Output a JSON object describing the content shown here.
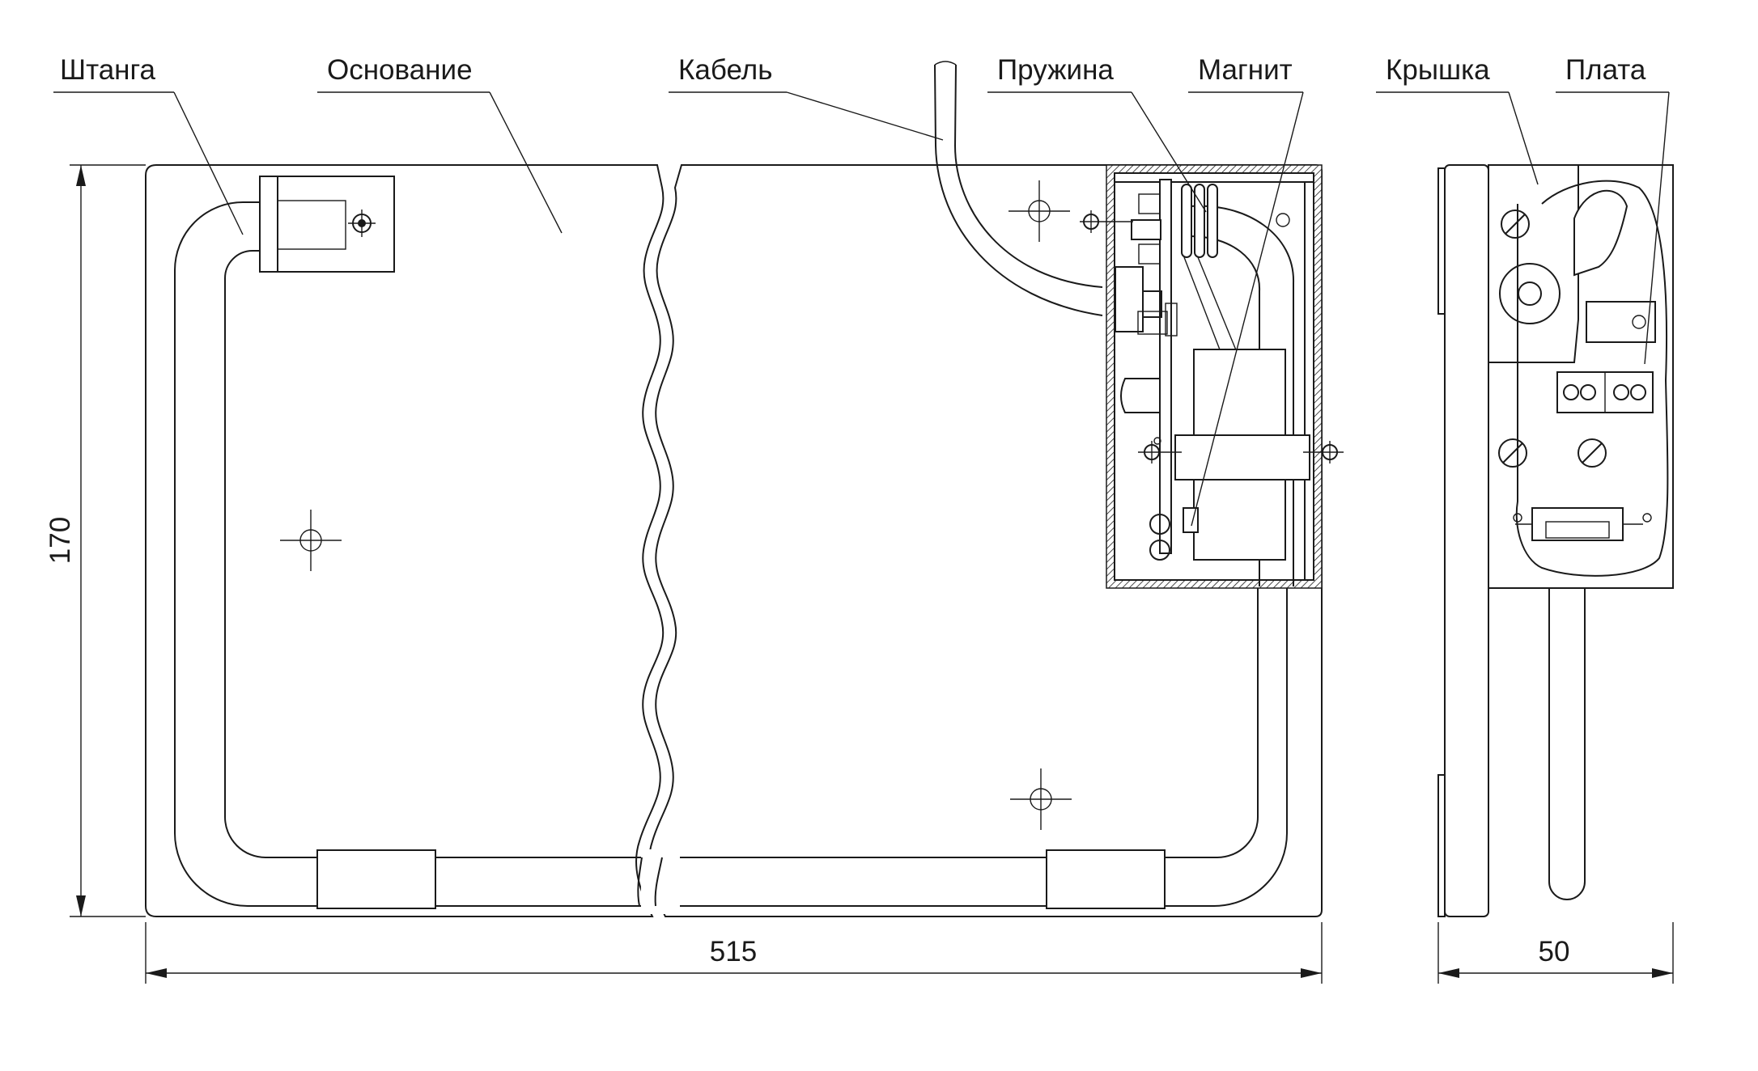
{
  "labels": {
    "rod": "Штанга",
    "base": "Основание",
    "cable": "Кабель",
    "spring": "Пружина",
    "magnet": "Магнит",
    "cover": "Крышка",
    "board": "Плата"
  },
  "dimensions": {
    "height": "170",
    "length": "515",
    "depth": "50"
  },
  "colors": {
    "line": "#1a1a1a",
    "background": "#ffffff"
  }
}
